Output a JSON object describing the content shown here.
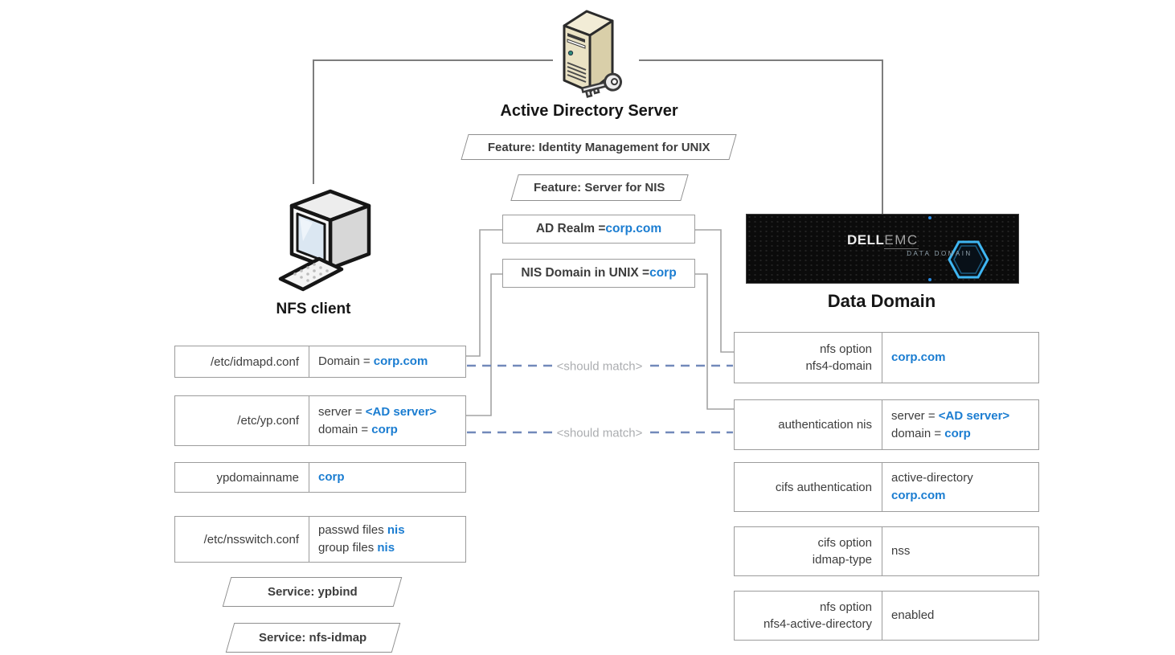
{
  "colors": {
    "accent_blue": "#1B7DD1",
    "dash_blue": "#7289BA",
    "match_gray": "#ABADB0",
    "hexagon_blue": "#3FB6F2"
  },
  "header": {
    "server_label": "Active Directory Server"
  },
  "features": {
    "imu": "Feature: Identity Management for UNIX",
    "nis": "Feature: Server for NIS"
  },
  "realm": {
    "ad_prefix": "AD Realm = ",
    "ad_value": "corp.com",
    "nis_prefix": "NIS Domain in UNIX = ",
    "nis_value": "corp"
  },
  "nfs_client": {
    "label": "NFS client"
  },
  "data_domain": {
    "label": "Data Domain",
    "brand_dell": "DELL",
    "brand_emc": "EMC",
    "badge": "DATA DOMAIN"
  },
  "left": {
    "idmapd": {
      "key": "/etc/idmapd.conf",
      "pre": "Domain = ",
      "val": "corp.com"
    },
    "yp": {
      "key": "/etc/yp.conf",
      "l1_pre": "server = ",
      "l1_val": "<AD server>",
      "l2_pre": "domain = ",
      "l2_val": "corp"
    },
    "ypdomainname": {
      "key": "ypdomainname",
      "val": "corp"
    },
    "nsswitch": {
      "key": "/etc/nsswitch.conf",
      "l1_pre": "passwd files ",
      "l1_val": "nis",
      "l2_pre": "group files ",
      "l2_val": "nis"
    },
    "svc_ypbind": "Service: ypbind",
    "svc_nfs_idmap": "Service: nfs-idmap"
  },
  "right": {
    "nfs4domain": {
      "key_l1": "nfs option",
      "key_l2": "nfs4-domain",
      "val": "corp.com"
    },
    "authnis": {
      "key": "authentication nis",
      "l1_pre": "server = ",
      "l1_val": "<AD server>",
      "l2_pre": "domain = ",
      "l2_val": "corp"
    },
    "cifsauth": {
      "key": "cifs authentication",
      "l1": "active-directory",
      "l2": "corp.com"
    },
    "idmaptype": {
      "key_l1": "cifs option",
      "key_l2": "idmap-type",
      "val": "nss"
    },
    "nfs4ad": {
      "key_l1": "nfs option",
      "key_l2": "nfs4-active-directory",
      "val": "enabled"
    }
  },
  "connectors": {
    "should_match": "<should match>"
  }
}
